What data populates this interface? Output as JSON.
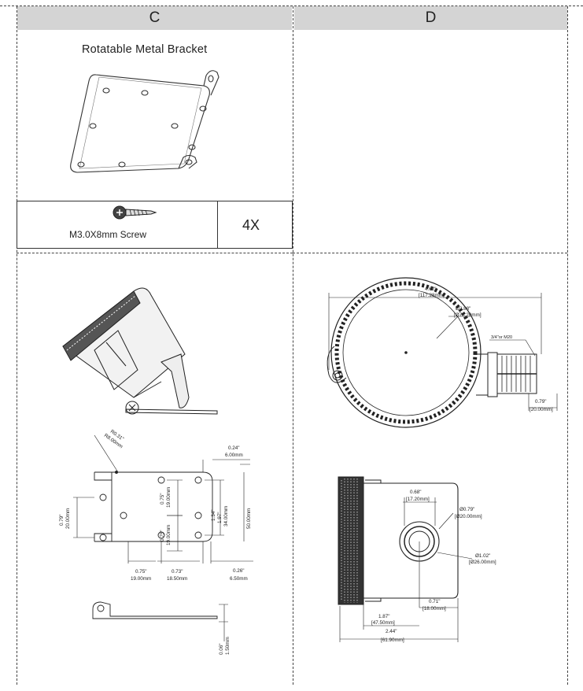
{
  "headers": {
    "left": "C",
    "right": "D"
  },
  "bracket_title": "Rotatable Metal Bracket",
  "screw": {
    "label": "M3.0X8mm  Screw",
    "quantity": "4X"
  },
  "bracket_dims": {
    "radius_in": "R0.31\"",
    "radius_mm": "R8.00mm",
    "w024_in": "0.24\"",
    "w024_mm": "6.00mm",
    "v075a_in": "0.75\"",
    "v075a_mm": "19.00mm",
    "v075b_in": "0.75\"",
    "v075b_mm": "19.00mm",
    "v134_in": "1.34\"",
    "v134_mm": "34.00mm",
    "v197_in": "1.97\"",
    "v197_mm": "50.00mm",
    "v079_in": "0.79\"",
    "v079_mm": "20.00mm",
    "h075_in": "0.75\"",
    "h075_mm": "19.00mm",
    "h073_in": "0.73\"",
    "h073_mm": "18.50mm",
    "h026_in": "0.26\"",
    "h026_mm": "6.50mm",
    "t006_in": "0.06\"",
    "t006_mm": "1.50mm"
  },
  "top_view_dims": {
    "width_in": "4.62\"",
    "width_mm": "[117.28mm]",
    "dia_in": "Ø2.88\"",
    "dia_mm": "[Ø73.20mm]",
    "thread": "3/4\"or M20",
    "stub_in": "0.79\"",
    "stub_mm": "[20.00mm]"
  },
  "side_view_dims": {
    "a_in": "0.68\"",
    "a_mm": "[17.20mm]",
    "port_in": "Ø0.79\"",
    "port_mm": "[Ø20.00mm]",
    "outer_in": "Ø1.02\"",
    "outer_mm": "[Ø26.00mm]",
    "b_in": "0.71\"",
    "b_mm": "[18.00mm]",
    "c_in": "1.87\"",
    "c_mm": "[47.50mm]",
    "d_in": "2.44\"",
    "d_mm": "[61.90mm]"
  }
}
